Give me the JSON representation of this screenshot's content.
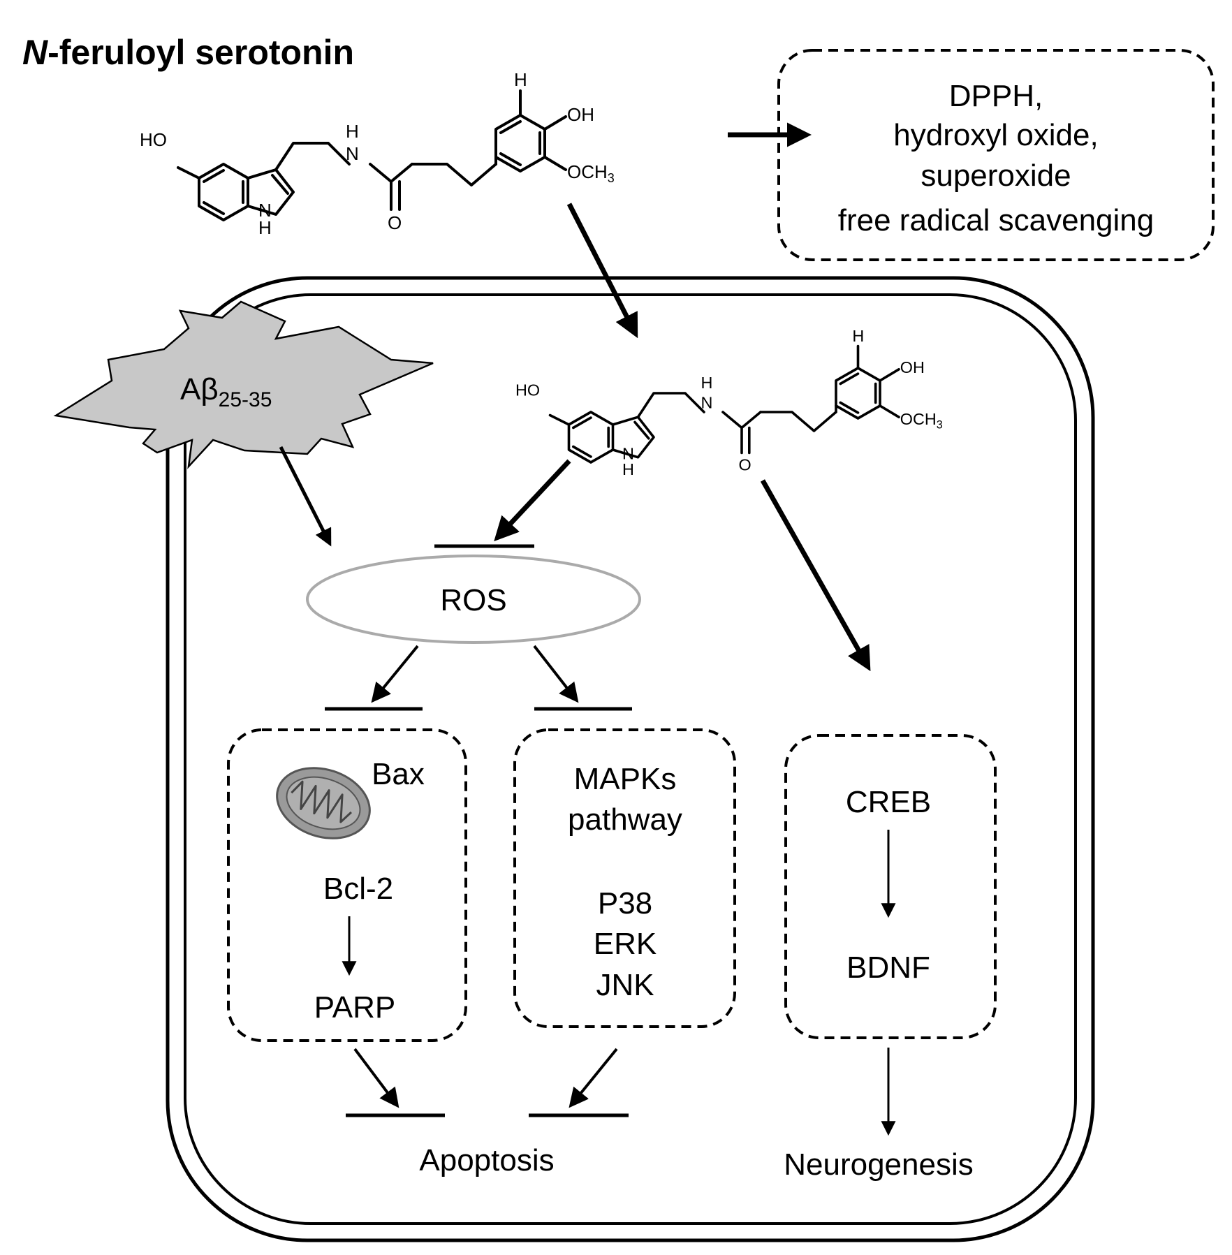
{
  "title": {
    "prefix": "N",
    "rest": "-feruloyl serotonin"
  },
  "molecule_labels": {
    "ho": "HO",
    "nh_h": "H",
    "nh_n": "N",
    "ring_n": "N",
    "ring_h": "H",
    "carbonyl_o": "O",
    "top_h": "H",
    "oh": "OH",
    "och3_main": "OCH",
    "och3_sub": "3"
  },
  "scavenging": {
    "lines": [
      "DPPH,",
      "hydroxyl oxide,",
      "superoxide",
      "free radical scavenging"
    ]
  },
  "abeta": {
    "main": "Aβ",
    "sub": "25-35"
  },
  "ros": "ROS",
  "mito_box": {
    "bax": "Bax",
    "bcl2": "Bcl-2",
    "parp": "PARP"
  },
  "mapk_box": {
    "line1": "MAPKs",
    "line2": "pathway",
    "p38": "P38",
    "erk": "ERK",
    "jnk": "JNK"
  },
  "creb_box": {
    "creb": "CREB",
    "bdnf": "BDNF"
  },
  "outcomes": {
    "apoptosis": "Apoptosis",
    "neurogenesis": "Neurogenesis"
  },
  "colors": {
    "ink": "#000000",
    "ros_outline": "#aaaaaa",
    "abeta_fill": "#c8c8c8",
    "mito_fill": "#9a9a9a"
  }
}
